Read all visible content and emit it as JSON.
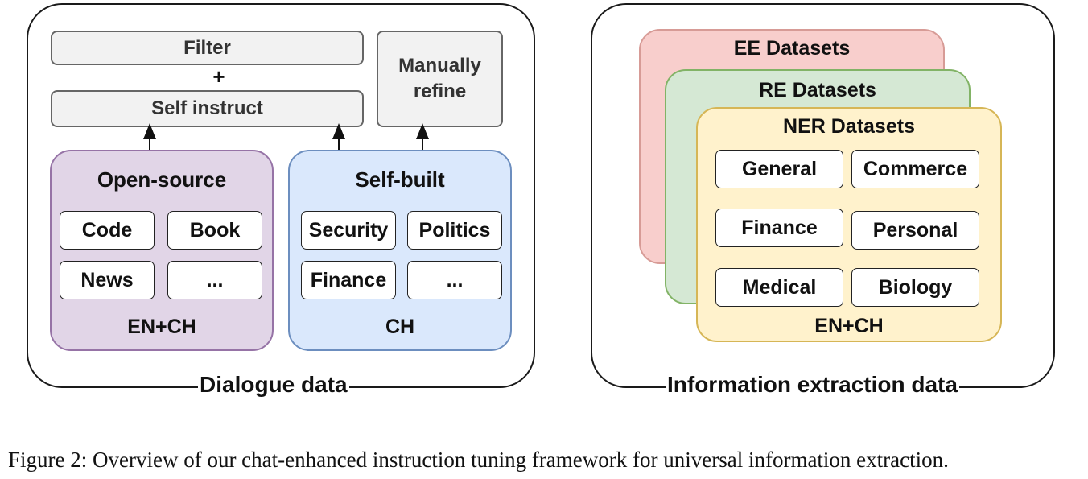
{
  "dialogue": {
    "caption": "Dialogue data",
    "filter_label": "Filter",
    "plus_label": "+",
    "self_instruct_label": "Self instruct",
    "manual_refine_label": "Manually refine",
    "open_source": {
      "title": "Open-source",
      "items": [
        "Code",
        "Book",
        "News",
        "..."
      ],
      "lang": "EN+CH"
    },
    "self_built": {
      "title": "Self-built",
      "items": [
        "Security",
        "Politics",
        "Finance",
        "..."
      ],
      "lang": "CH"
    }
  },
  "ie": {
    "caption": "Information extraction data",
    "ee_title": "EE Datasets",
    "re_title": "RE Datasets",
    "ner_title": "NER Datasets",
    "ner_items": [
      "General",
      "Commerce",
      "Finance",
      "Personal",
      "Medical",
      "Biology"
    ],
    "lang": "EN+CH"
  },
  "colors": {
    "open_source_fill": "#e1d5e7",
    "open_source_border": "#9673a6",
    "self_built_fill": "#dae8fc",
    "self_built_border": "#6c8ebf",
    "ee_fill": "#f8cecc",
    "ee_border": "#d79b96",
    "re_fill": "#d5e8d4",
    "re_border": "#82b366",
    "ner_fill": "#fff2cc",
    "ner_border": "#d6b656"
  },
  "figure_caption": "Figure 2: Overview of our chat-enhanced instruction tuning framework for universal information extraction."
}
